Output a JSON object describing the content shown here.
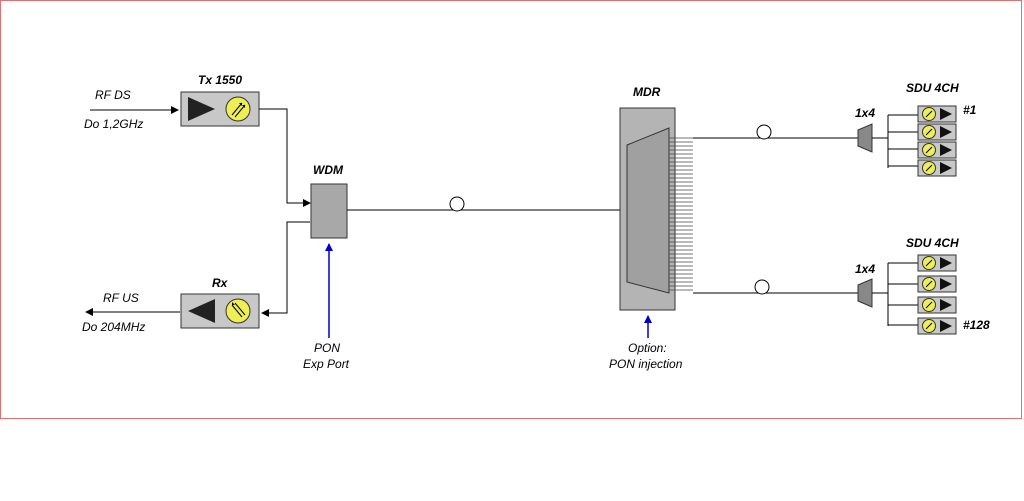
{
  "tx": {
    "title": "Tx 1550"
  },
  "rx": {
    "title": "Rx"
  },
  "rf_ds": {
    "label": "RF DS",
    "range": "Do 1,2GHz"
  },
  "rf_us": {
    "label": "RF US",
    "range": "Do 204MHz"
  },
  "wdm": {
    "title": "WDM",
    "port_line1": "PON",
    "port_line2": "Exp Port"
  },
  "mdr": {
    "title": "MDR",
    "option_line1": "Option:",
    "option_line2": "PON injection"
  },
  "splitter_top": {
    "label": "1x4"
  },
  "splitter_bottom": {
    "label": "1x4"
  },
  "sdu_top": {
    "title": "SDU 4CH",
    "number": "#1"
  },
  "sdu_bottom": {
    "title": "SDU 4CH",
    "number": "#128"
  },
  "colors": {
    "box_fill": "#c8c8c8",
    "detector_fill": "#eeee55",
    "arrow_color": "#0000cc",
    "frame_color": "#e07070"
  }
}
